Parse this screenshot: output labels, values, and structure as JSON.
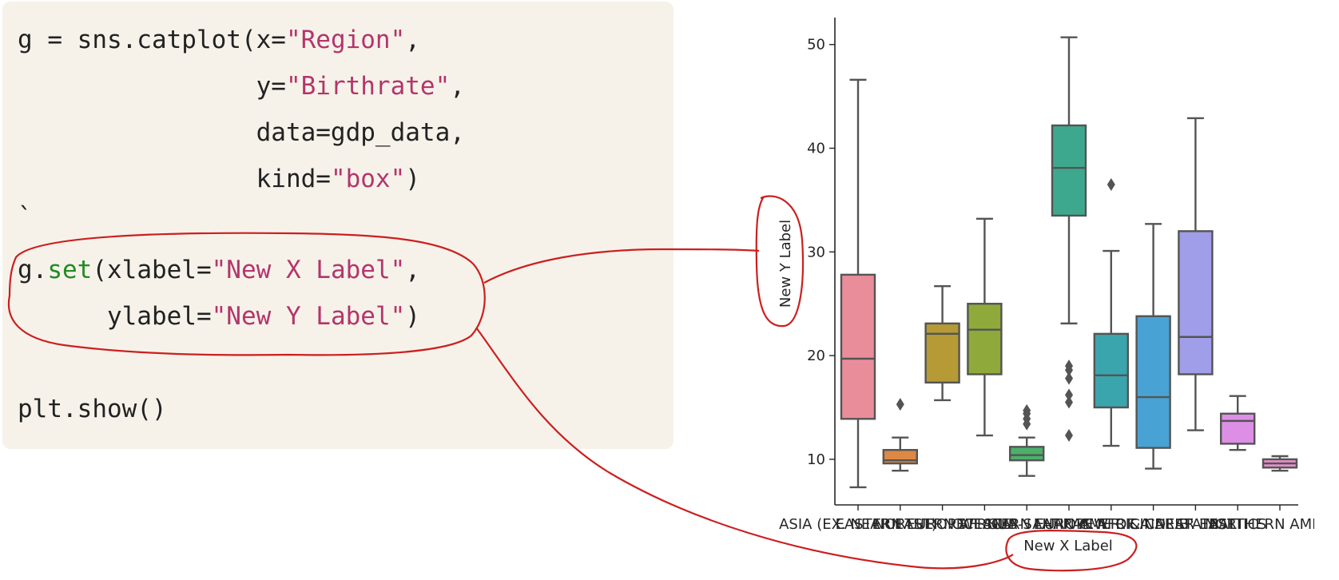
{
  "code": {
    "lines": [
      [
        {
          "t": "g = sns.catplot(x=",
          "c": "plain"
        },
        {
          "t": "\"Region\"",
          "c": "str"
        },
        {
          "t": ",",
          "c": "plain"
        }
      ],
      [
        {
          "t": "                y=",
          "c": "plain"
        },
        {
          "t": "\"Birthrate\"",
          "c": "str"
        },
        {
          "t": ",",
          "c": "plain"
        }
      ],
      [
        {
          "t": "                data=gdp_data,",
          "c": "plain"
        }
      ],
      [
        {
          "t": "                kind=",
          "c": "plain"
        },
        {
          "t": "\"box\"",
          "c": "str"
        },
        {
          "t": ")",
          "c": "plain"
        }
      ],
      [
        {
          "t": "`",
          "c": "plain"
        }
      ],
      [
        {
          "t": "g.",
          "c": "plain"
        },
        {
          "t": "set",
          "c": "fn"
        },
        {
          "t": "(xlabel=",
          "c": "plain"
        },
        {
          "t": "\"New X Label\"",
          "c": "str"
        },
        {
          "t": ",",
          "c": "plain"
        }
      ],
      [
        {
          "t": "      ylabel=",
          "c": "plain"
        },
        {
          "t": "\"New Y Label\"",
          "c": "str"
        },
        {
          "t": ")",
          "c": "plain"
        }
      ],
      [
        {
          "t": "",
          "c": "plain"
        }
      ],
      [
        {
          "t": "plt.show()",
          "c": "plain"
        }
      ]
    ]
  },
  "chart_data": {
    "type": "box",
    "xlabel": "New X Label",
    "ylabel": "New Y Label",
    "ylim": [
      5.6,
      52.6
    ],
    "yticks": [
      10,
      20,
      30,
      40,
      50
    ],
    "xtick_labels": [
      "ASIA (EX. NEAR EAST)",
      "EASTERN EUROPE",
      "NORTHERN AFRICA",
      "OCEANIA",
      "WESTERN EUROPE",
      "SUB-SAHARAN AFRICA",
      "LATIN AMER. & CARIB",
      "C.W. OF IND. STATES",
      "NEAR EAST",
      "BALTICS",
      "NORTHERN AMERICA"
    ],
    "xtick_visible_text": "ASIA (EXASTERN ETERN AFRICA OCEANIA WESTERN EUROPE SUB-SAHARAN AFRICA LATIN AMER. & CARIB C.W. OF IND. STATES NEAR EAST BALTICS NORTHERN AMERICA",
    "grid": false,
    "boxes": [
      {
        "category": "ASIA (EX. NEAR EAST)",
        "whislo": 7.3,
        "q1": 13.9,
        "med": 19.7,
        "q3": 27.8,
        "whishi": 46.6,
        "fliers": [],
        "color": "#e98d9b"
      },
      {
        "category": "EASTERN EUROPE",
        "whislo": 8.9,
        "q1": 9.6,
        "med": 9.9,
        "q3": 10.9,
        "whishi": 12.1,
        "fliers": [
          15.3
        ],
        "color": "#dd8844"
      },
      {
        "category": "NORTHERN AFRICA",
        "whislo": 15.7,
        "q1": 17.4,
        "med": 22.1,
        "q3": 23.1,
        "whishi": 26.7,
        "fliers": [],
        "color": "#b59a35"
      },
      {
        "category": "OCEANIA",
        "whislo": 12.3,
        "q1": 18.2,
        "med": 22.5,
        "q3": 25.0,
        "whishi": 33.2,
        "fliers": [],
        "color": "#8faa3a"
      },
      {
        "category": "WESTERN EUROPE",
        "whislo": 8.4,
        "q1": 9.9,
        "med": 10.4,
        "q3": 11.2,
        "whishi": 12.1,
        "fliers": [
          13.4,
          13.9,
          14.4,
          14.7
        ],
        "color": "#4cb06b"
      },
      {
        "category": "SUB-SAHARAN AFRICA",
        "whislo": 23.1,
        "q1": 33.5,
        "med": 38.1,
        "q3": 42.2,
        "whishi": 50.7,
        "fliers": [
          12.3,
          15.5,
          16.2,
          17.8,
          18.6,
          19.0
        ],
        "color": "#3ea88e"
      },
      {
        "category": "LATIN AMER. & CARIB",
        "whislo": 11.3,
        "q1": 15.0,
        "med": 18.1,
        "q3": 22.1,
        "whishi": 30.1,
        "fliers": [
          36.5
        ],
        "color": "#3aa5ad"
      },
      {
        "category": "C.W. OF IND. STATES",
        "whislo": 9.1,
        "q1": 11.1,
        "med": 16.0,
        "q3": 23.8,
        "whishi": 32.7,
        "fliers": [],
        "color": "#48a3d4"
      },
      {
        "category": "NEAR EAST",
        "whislo": 12.8,
        "q1": 18.2,
        "med": 21.8,
        "q3": 32.0,
        "whishi": 42.9,
        "fliers": [],
        "color": "#a09ee8"
      },
      {
        "category": "BALTICS",
        "whislo": 10.9,
        "q1": 11.5,
        "med": 13.7,
        "q3": 14.4,
        "whishi": 16.1,
        "fliers": [],
        "color": "#dd8fe6"
      },
      {
        "category": "NORTHERN AMERICA",
        "whislo": 8.9,
        "q1": 9.2,
        "med": 9.6,
        "q3": 10.0,
        "whishi": 10.3,
        "fliers": [],
        "color": "#e58dc9"
      }
    ]
  },
  "annotation": {
    "color": "#cc1f1f"
  }
}
